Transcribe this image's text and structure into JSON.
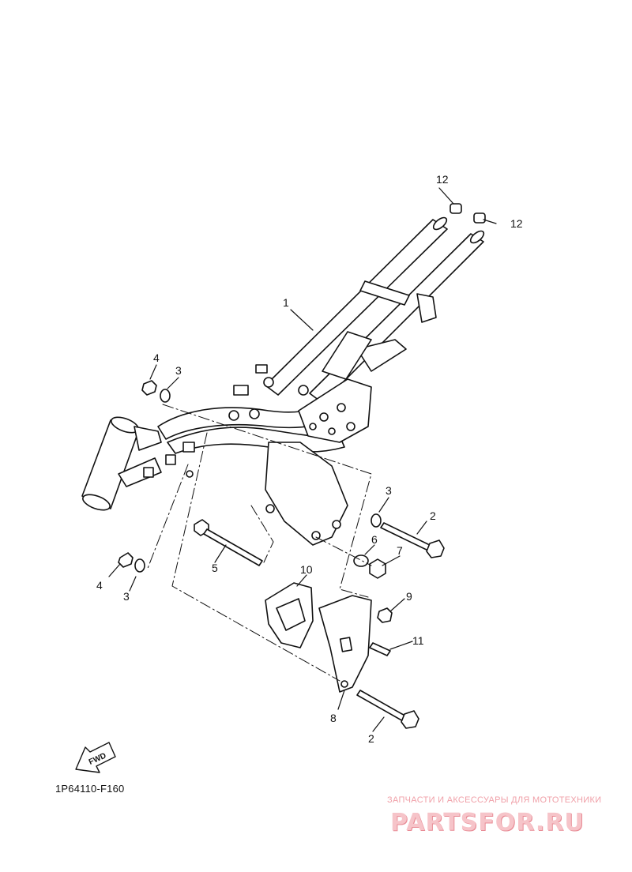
{
  "diagram_code": "1P64110-F160",
  "watermark": {
    "tagline": "ЗАПЧАСТИ И АКСЕССУАРЫ ДЛЯ МОТОТЕХНИКИ",
    "logo_text": "PARTSFOR.RU",
    "color": "#f0a0a8"
  },
  "fwd_label": "FWD",
  "callouts": {
    "c1": "1",
    "c2a": "2",
    "c2b": "2",
    "c3a": "3",
    "c3b": "3",
    "c3c": "3",
    "c4a": "4",
    "c4b": "4",
    "c5": "5",
    "c6": "6",
    "c7": "7",
    "c8": "8",
    "c9": "9",
    "c10": "10",
    "c11": "11",
    "c12a": "12",
    "c12b": "12"
  },
  "colors": {
    "line": "#111111",
    "fill": "#ffffff"
  }
}
